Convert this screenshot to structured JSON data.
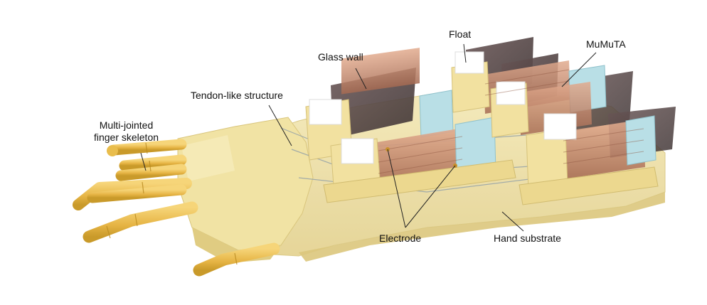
{
  "labels": {
    "finger_skeleton": "Multi-jointed\nfinger skeleton",
    "tendon": "Tendon-like structure",
    "glass_wall": "Glass wall",
    "float": "Float",
    "mumuta": "MuMuTA",
    "electrode": "Electrode",
    "hand_substrate": "Hand substrate"
  },
  "colors": {
    "substrate": "#efe2a6",
    "substrate_shade": "#e3d28a",
    "finger": "#e9bd4c",
    "finger_dark": "#c99a2a",
    "glass": "#5a4a4a",
    "tube": "#c98a6e",
    "block": "#b9dfe6",
    "float_body": "#f3e4a8",
    "float_cap": "#ffffff",
    "leader_line": "#222222"
  },
  "icons": [
    "robotic-hand-illustration"
  ]
}
